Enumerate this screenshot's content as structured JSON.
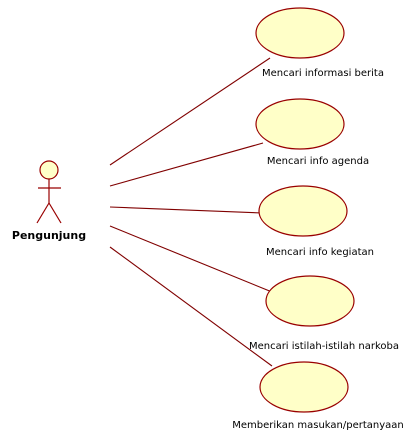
{
  "actor": {
    "label": "Pengunjung"
  },
  "use_cases": [
    {
      "label": "Mencari informasi berita"
    },
    {
      "label": "Mencari info agenda"
    },
    {
      "label": "Mencari info kegiatan"
    },
    {
      "label": "Mencari istilah-istilah narkoba"
    },
    {
      "label": "Memberikan masukan/pertanyaan"
    }
  ],
  "colors": {
    "usecase_fill": "#ffffc8",
    "usecase_stroke": "#990000",
    "association_line": "#800000",
    "actor_head_fill": "#ffffc8",
    "actor_stroke": "#990000"
  }
}
